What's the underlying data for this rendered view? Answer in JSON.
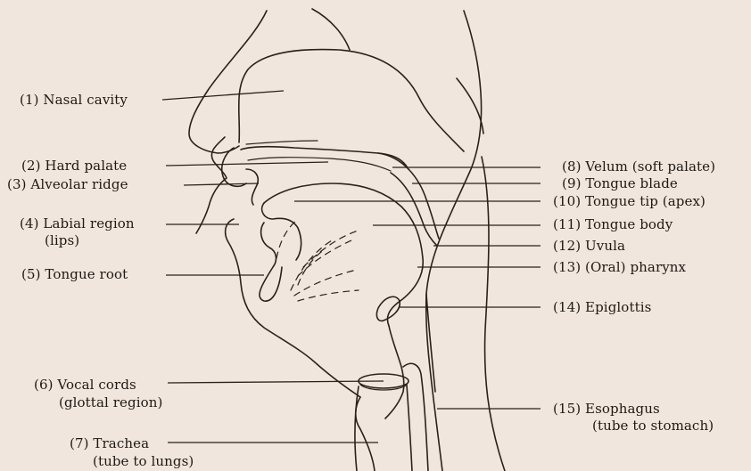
{
  "labels": {
    "nasal_cavity": "(1) Nasal cavity",
    "hard_palate": "(2) Hard palate",
    "alveolar_ridge": "(3) Alveolar ridge",
    "labial_region": "(4) Labial region",
    "labial_region_sub": "(lips)",
    "tongue_root": "(5) Tongue root",
    "vocal_cords": "(6) Vocal cords",
    "vocal_cords_sub": "(glottal region)",
    "trachea": "(7) Trachea",
    "trachea_sub": "(tube to lungs)",
    "velum": "(8) Velum (soft palate)",
    "tongue_blade": "(9) Tongue blade",
    "tongue_tip": "(10) Tongue tip (apex)",
    "tongue_body": "(11) Tongue body",
    "uvula": "(12) Uvula",
    "oral_pharynx": "(13) (Oral) pharynx",
    "epiglottis": "(14) Epiglottis",
    "esophagus": "(15) Esophagus",
    "esophagus_sub": "(tube to stomach)"
  }
}
